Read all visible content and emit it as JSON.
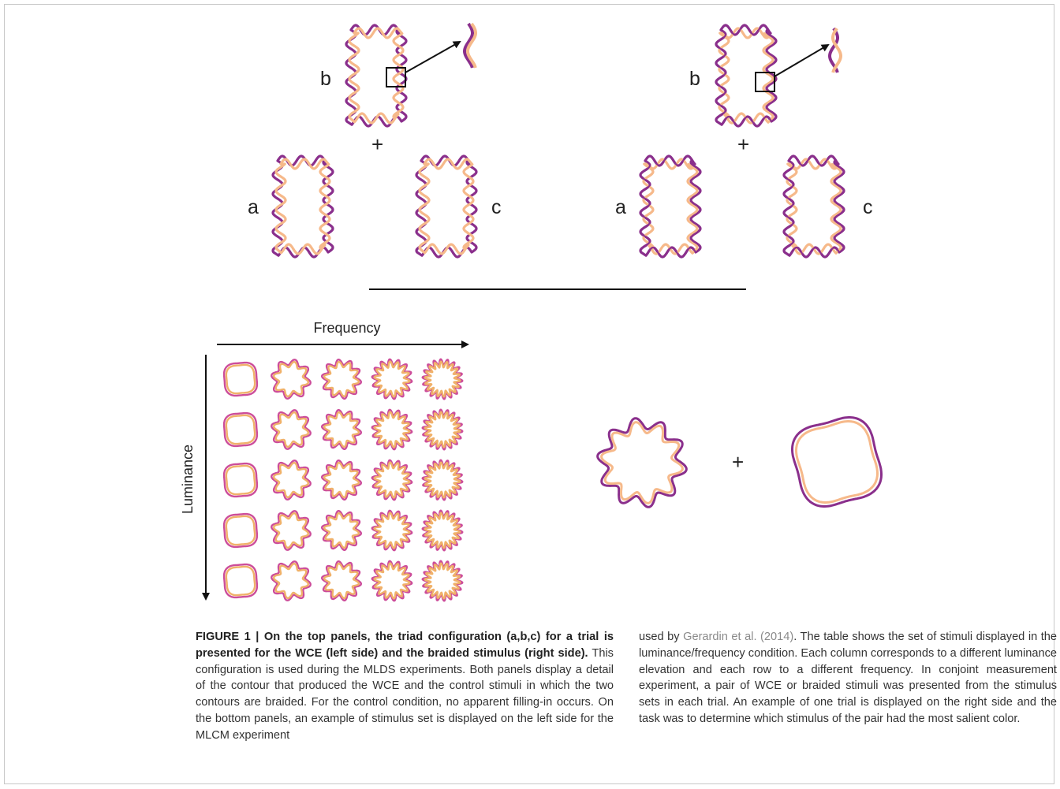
{
  "figure": {
    "top_left": {
      "labels": {
        "b": "b",
        "a": "a",
        "c": "c"
      },
      "plus": "+"
    },
    "top_right": {
      "labels": {
        "b": "b",
        "a": "a",
        "c": "c"
      },
      "plus": "+"
    },
    "grid": {
      "x_axis_label": "Frequency",
      "y_axis_label": "Luminance",
      "rows": 5,
      "cols": 5
    },
    "example_pair": {
      "plus": "+"
    },
    "colors": {
      "outer_contour": "#8a2f8c",
      "inner_contour": "#f6b98a",
      "grid_outer": "#cc4d9a",
      "grid_inner": "#f0b16a"
    }
  },
  "caption": {
    "title": "FIGURE 1 | On the top panels, the triad configuration (a,b,c) for a trial is presented for the WCE (left side) and the braided stimulus (right side).",
    "text_left": " This configuration is used during the MLDS experiments. Both panels display a detail of the contour that produced the WCE and the control stimuli in which the two contours are braided. For the control condition, no apparent filling-in occurs. On the bottom panels, an example of stimulus set is displayed on the left side for the MLCM experiment",
    "text_right_pre": "used by ",
    "citation": "Gerardin et al. (2014)",
    "text_right_post": ". The table shows the set of stimuli displayed in the luminance/frequency condition. Each column corresponds to a different luminance elevation and each row to a different frequency. In conjoint measurement experiment, a pair of WCE or braided stimuli was presented from the stimulus sets in each trial. An example of one trial is displayed on the right side and the task was to determine which stimulus of the pair had the most salient color."
  }
}
